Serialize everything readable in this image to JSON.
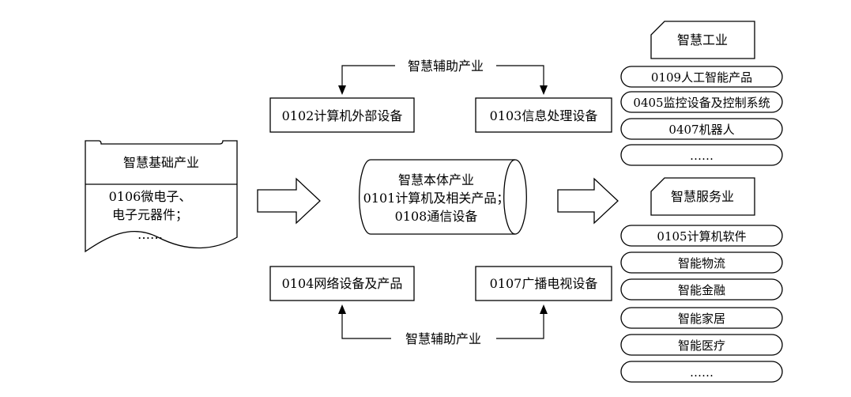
{
  "base": {
    "title": "智慧基础产业",
    "lines": [
      "0106微电子、",
      "电子元器件；",
      "……"
    ]
  },
  "core": {
    "lines": [
      "智慧本体产业",
      "0101计算机及相关产品；",
      "0108通信设备"
    ]
  },
  "aux_top": {
    "label": "智慧辅助产业",
    "left_box": "0102计算机外部设备",
    "right_box": "0103信息处理设备"
  },
  "aux_bottom": {
    "label": "智慧辅助产业",
    "left_box": "0104网络设备及产品",
    "right_box": "0107广播电视设备"
  },
  "industry": {
    "title": "智慧工业",
    "items": [
      "0109人工智能产品",
      "0405监控设备及控制系统",
      "0407机器人",
      "……"
    ]
  },
  "service": {
    "title": "智慧服务业",
    "items": [
      "0105计算机软件",
      "智能物流",
      "智能金融",
      "智能家居",
      "智能医疗",
      "……"
    ]
  },
  "colors": {
    "stroke": "#000000",
    "fill": "#ffffff"
  }
}
